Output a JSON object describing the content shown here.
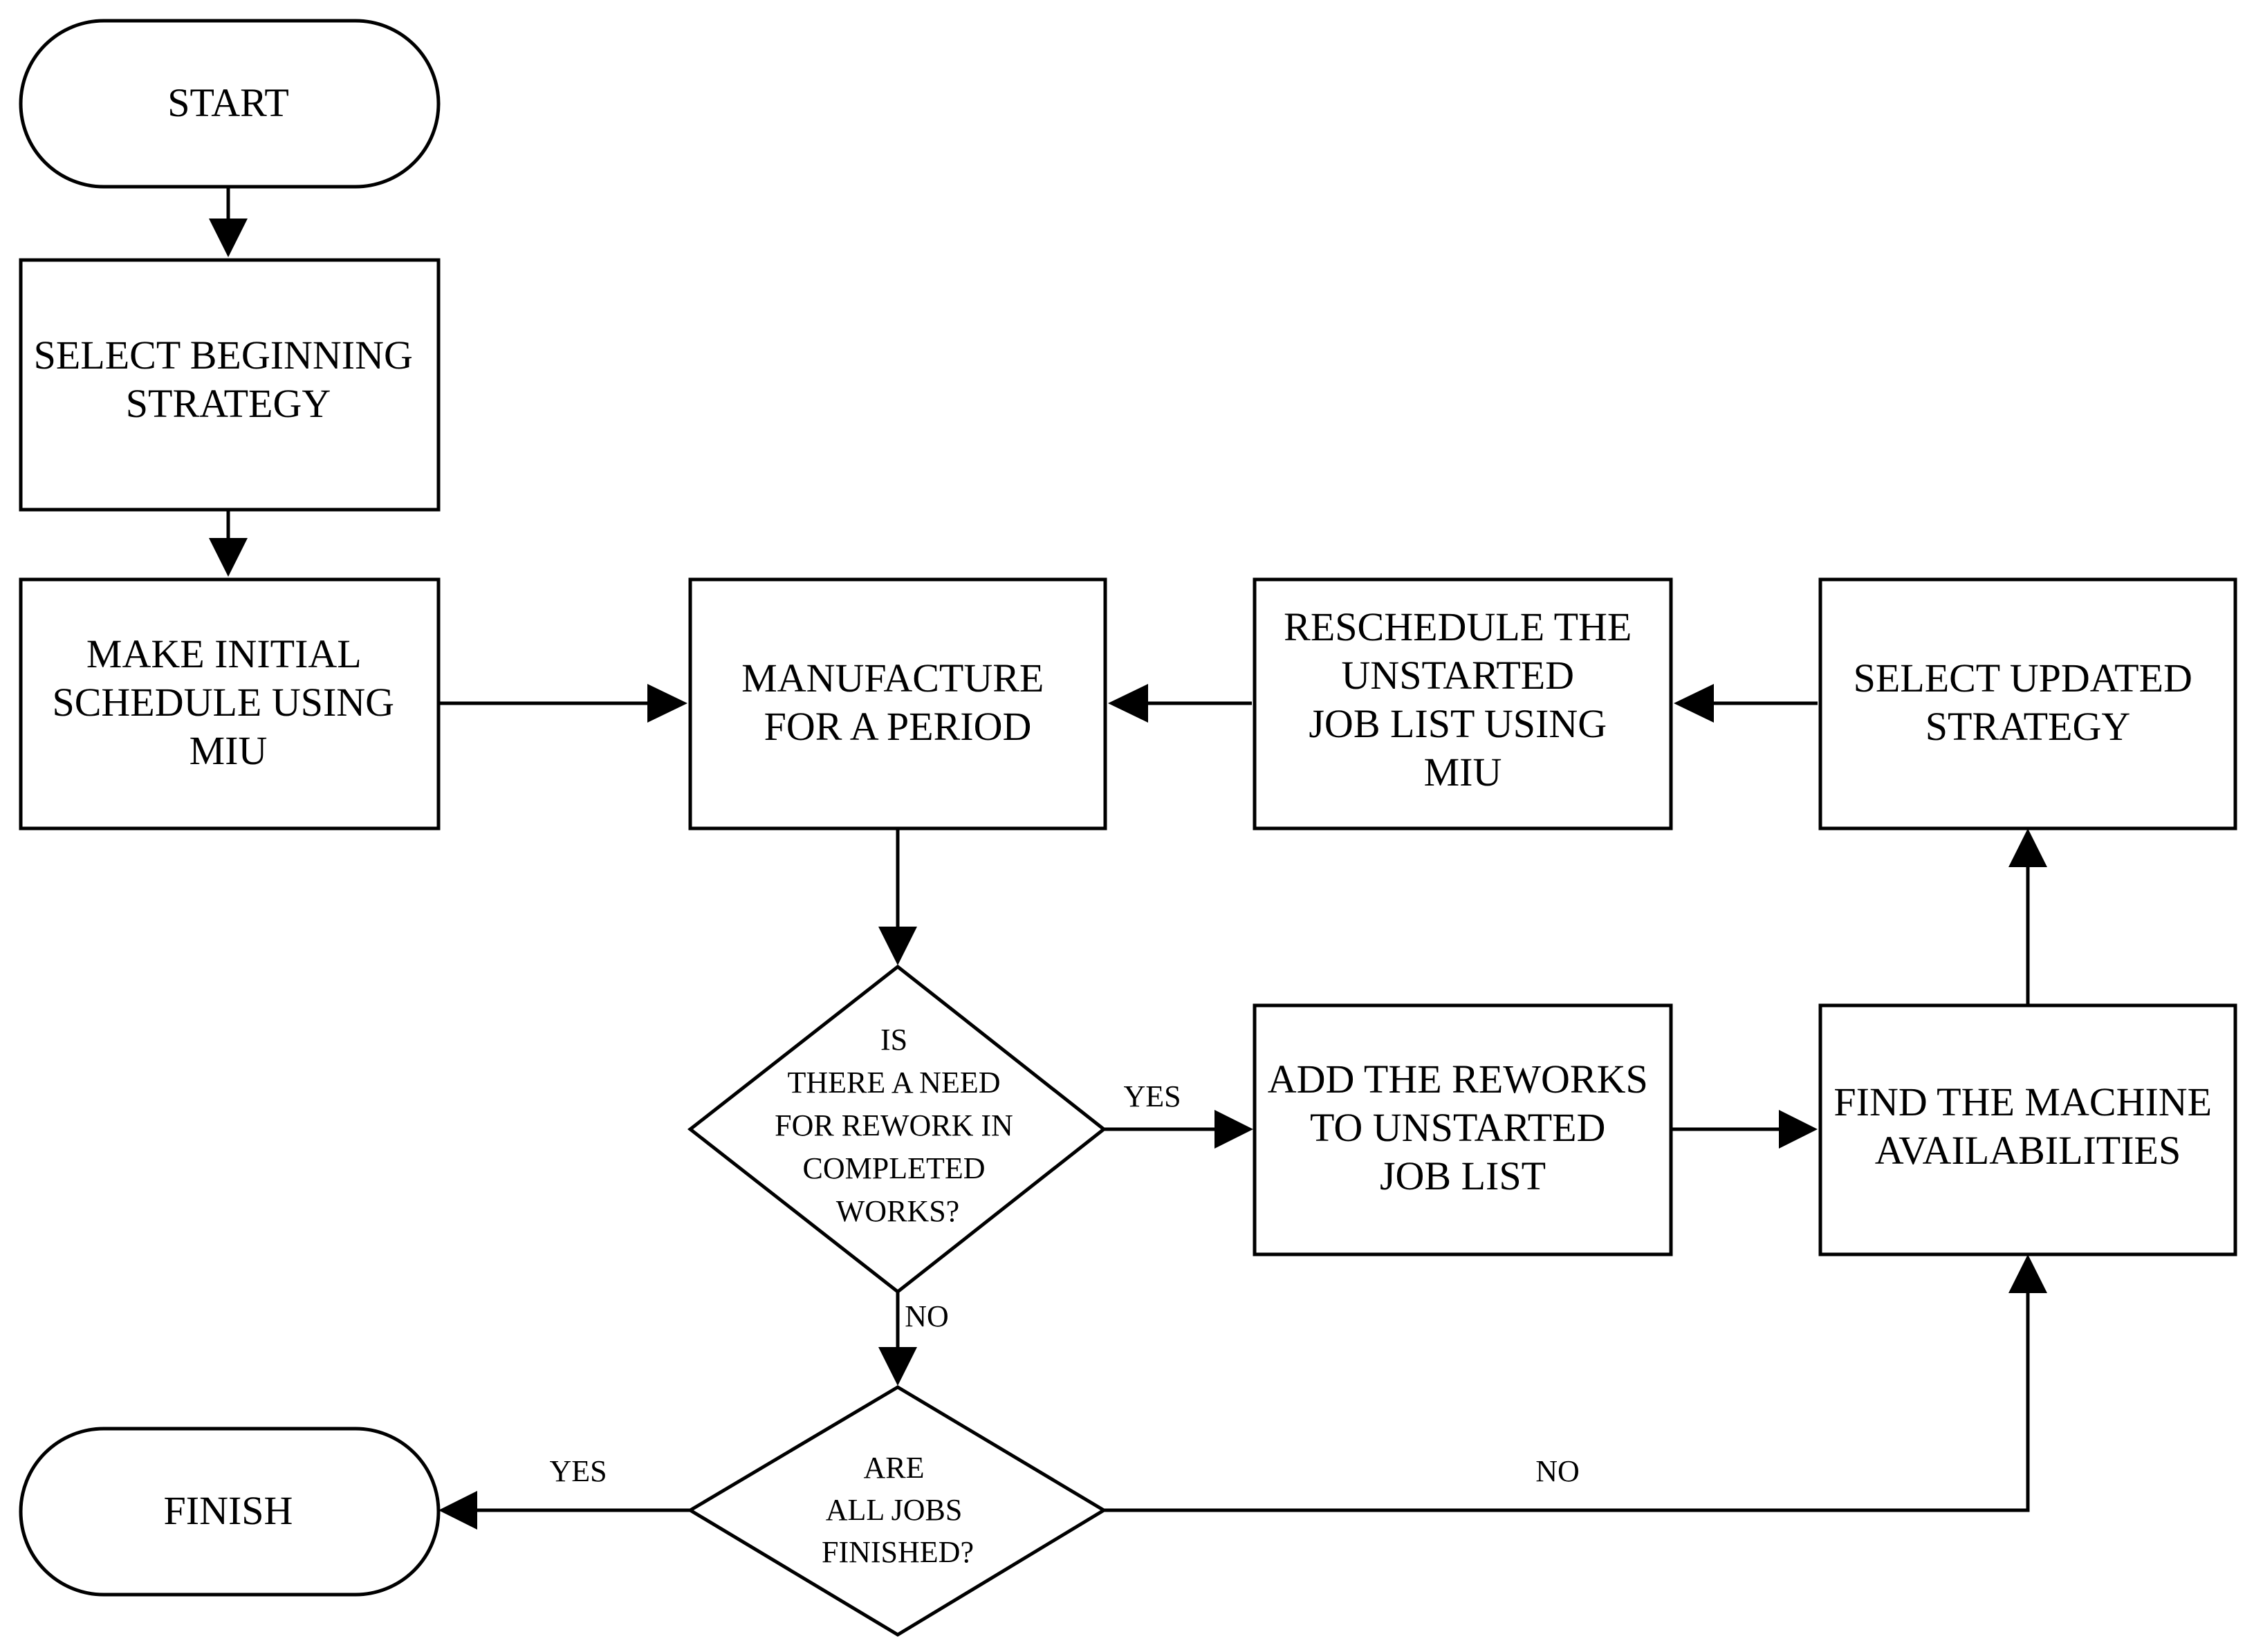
{
  "nodes": {
    "start": {
      "lines": [
        "START"
      ]
    },
    "select_beginning": {
      "lines": [
        "SELECT BEGINNING",
        "STRATEGY"
      ]
    },
    "make_initial": {
      "lines": [
        "MAKE INITIAL",
        "SCHEDULE USING",
        "MIU"
      ]
    },
    "manufacture": {
      "lines": [
        "MANUFACTURE",
        "FOR A PERIOD"
      ]
    },
    "reschedule": {
      "lines": [
        "RESCHEDULE THE",
        "UNSTARTED",
        "JOB LIST USING",
        "MIU"
      ]
    },
    "select_updated": {
      "lines": [
        "SELECT UPDATED",
        "STRATEGY"
      ]
    },
    "rework_decision": {
      "lines": [
        "IS",
        "THERE A NEED",
        "FOR REWORK IN",
        "COMPLETED",
        "WORKS?"
      ]
    },
    "add_reworks": {
      "lines": [
        "ADD THE REWORKS",
        "TO UNSTARTED",
        "JOB LIST"
      ]
    },
    "find_availabilities": {
      "lines": [
        "FIND THE MACHINE",
        "AVAILABILITIES"
      ]
    },
    "jobs_decision": {
      "lines": [
        "ARE",
        "ALL JOBS",
        "FINISHED?"
      ]
    },
    "finish": {
      "lines": [
        "FINISH"
      ]
    }
  },
  "edge_labels": {
    "rework_yes": "YES",
    "rework_no": "NO",
    "jobs_yes": "YES",
    "jobs_no": "NO"
  }
}
